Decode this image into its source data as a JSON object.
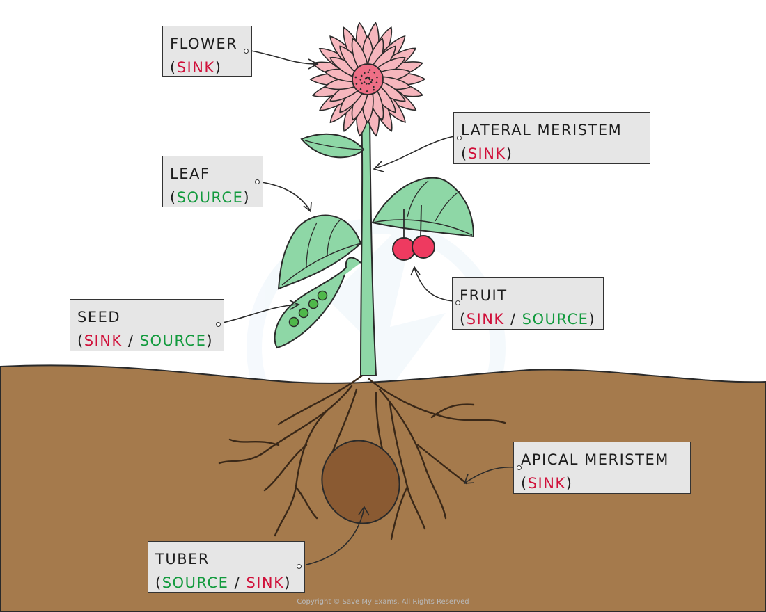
{
  "labels": {
    "flower": {
      "name": "FLOWER",
      "role1": "SINK"
    },
    "lateral_meristem": {
      "name": "LATERAL MERISTEM",
      "role1": "SINK"
    },
    "leaf": {
      "name": "LEAF",
      "role1": "SOURCE"
    },
    "seed": {
      "name": "SEED",
      "role1": "SINK",
      "role2": "SOURCE"
    },
    "fruit": {
      "name": "FRUIT",
      "role1": "SINK",
      "role2": "SOURCE"
    },
    "apical_meristem": {
      "name": "APICAL MERISTEM",
      "role1": "SINK"
    },
    "tuber": {
      "name": "TUBER",
      "role1": "SOURCE",
      "role2": "SINK"
    }
  },
  "punct": {
    "open": "(",
    "close": ")",
    "slash": " / "
  },
  "copyright": "Copyright © Save My Exams. All Rights Reserved",
  "colors": {
    "sink": "#d0103a",
    "source": "#129a3d",
    "soil": "#a57a4c",
    "petal": "#f6b6bd",
    "leaf": "#8ed7a6",
    "stem": "#8ed7a6",
    "tuber": "#8a5a32",
    "fruit": "#ee3a60",
    "tag": "#e6e6e6"
  }
}
